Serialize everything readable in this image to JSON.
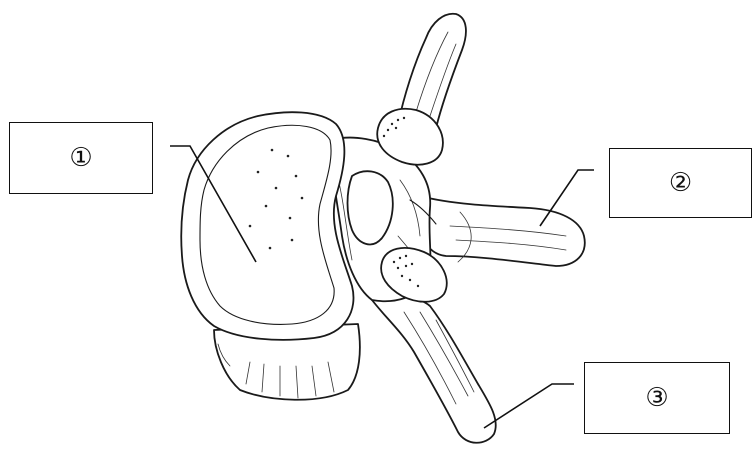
{
  "labels": {
    "label_1": "①",
    "label_2": "②",
    "label_3": "③"
  },
  "colors": {
    "ink": "#1a1a1a",
    "background": "#ffffff"
  }
}
